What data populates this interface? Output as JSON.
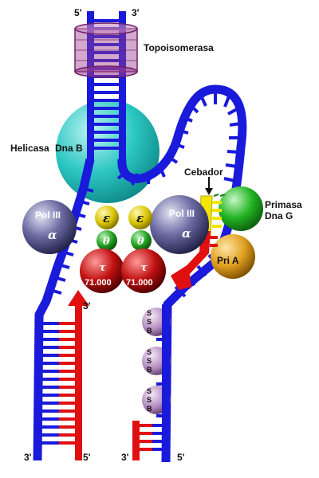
{
  "labels": {
    "top_five_prime": "5'",
    "top_three_prime": "3'",
    "topoisomerase": "Topoisomerasa",
    "helicase_name": "Helicasa",
    "helicase_gene": "Dna B",
    "primer": "Cebador",
    "primase_name": "Primasa",
    "primase_gene": "Dna G",
    "pri_a": "Pri A",
    "pol_left_name": "Pol III",
    "pol_left_alpha": "α",
    "pol_right_name": "Pol III",
    "pol_right_alpha": "α",
    "epsilon_left": "ε",
    "epsilon_right": "ε",
    "theta_left": "θ",
    "theta_right": "θ",
    "tau_left": "τ",
    "tau_left_value": "71.000",
    "tau_right": "τ",
    "tau_right_value": "71.000",
    "leading_new_three_prime": "3'",
    "bottom_left_three_prime": "3'",
    "bottom_left_five_prime": "5'",
    "bottom_right_three_prime": "3'",
    "bottom_right_five_prime": "5'",
    "ssb_letters": [
      "S",
      "S",
      "B"
    ]
  },
  "colors": {
    "template_strand": "#1a1adb",
    "new_strand": "#e01010",
    "primer": "#f2e600",
    "topoisomerase": "#9b3d8f",
    "helicase": "#27c3c0",
    "pol_iii": "#6a6aa0",
    "epsilon": "#d8c400",
    "theta": "#1a9d1a",
    "tau": "#b80c0c",
    "primase": "#22b322",
    "pri_a": "#d99a1a",
    "ssb": "#b48dc0"
  }
}
